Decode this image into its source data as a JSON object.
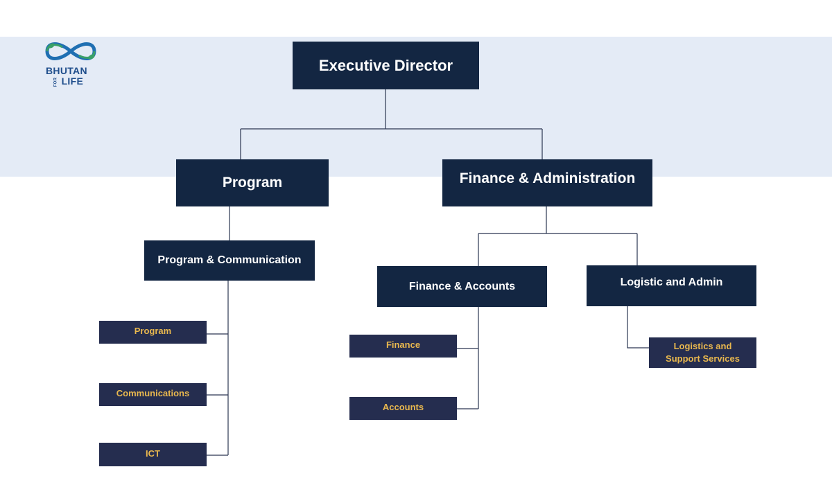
{
  "logo": {
    "line1": "BHUTAN",
    "for": "FOR",
    "line2": "LIFE"
  },
  "root": {
    "label": "Executive Director"
  },
  "departments": [
    {
      "label": "Program",
      "units": [
        {
          "label": "Program & Communication",
          "teams": [
            "Program",
            "Communications",
            "ICT"
          ]
        }
      ]
    },
    {
      "label": "Finance & Administration",
      "units": [
        {
          "label": "Finance & Accounts",
          "teams": [
            "Finance",
            "Accounts"
          ]
        },
        {
          "label": "Logistic and Admin",
          "teams": [
            "Logistics and Support Services"
          ]
        }
      ]
    }
  ],
  "colors": {
    "box": "#132642",
    "leaf": "#252d4f",
    "leaf_text": "#e9b84e",
    "band": "#e4ebf6"
  }
}
